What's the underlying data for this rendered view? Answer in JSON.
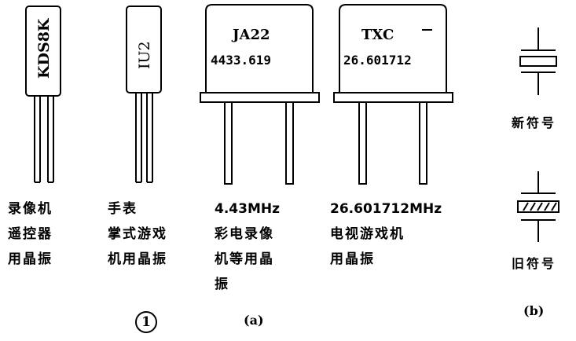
{
  "components": {
    "crystal_1": {
      "marking": "KDS8K",
      "caption": [
        "录像机",
        "遥控器",
        "用晶振"
      ]
    },
    "crystal_2": {
      "marking": "IU2",
      "caption": [
        "手表",
        "掌式游戏",
        "机用晶振"
      ]
    },
    "crystal_3": {
      "marking_line1": "JA22",
      "marking_line2": "4433.619",
      "caption": [
        "4.43MHz",
        "彩电录像",
        "机等用晶",
        "振"
      ]
    },
    "crystal_4": {
      "marking_line1": "TXC",
      "marking_line2": "26.601712",
      "caption": [
        "26.601712MHz",
        "电视游戏机",
        "用晶振"
      ]
    }
  },
  "symbols": {
    "new_label": "新符号",
    "old_label": "旧符号"
  },
  "markers": {
    "circled": "1",
    "part_a": "(a)",
    "part_b": "(b)"
  }
}
